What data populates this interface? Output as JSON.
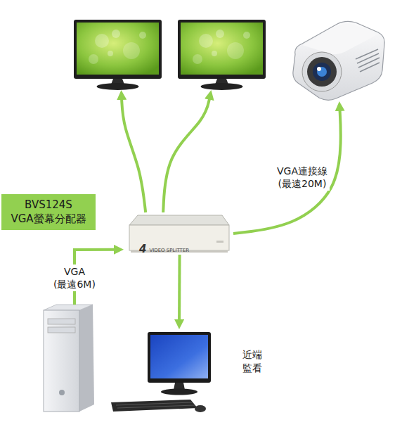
{
  "diagram": {
    "nodes": [
      {
        "text": []
      },
      {
        "text": []
      },
      {
        "text": []
      },
      {
        "text": [
          "BVS124S VGA螢幕分配器"
        ]
      },
      {
        "text": [
          "4",
          "VIDEO SPLITTER"
        ]
      },
      {
        "text": []
      },
      {
        "text": [
          "近端 監看"
        ]
      }
    ],
    "edges": [
      {
        "from": 4,
        "to": 0,
        "arrow": "to"
      },
      {
        "from": 4,
        "to": 1,
        "arrow": "to"
      },
      {
        "from": 4,
        "to": 2,
        "arrow": "to",
        "label": "VGA連接線 (最遠20M)"
      },
      {
        "from": 5,
        "to": 4,
        "arrow": "to",
        "label": "VGA (最遠6M)"
      },
      {
        "from": 4,
        "to": 6,
        "arrow": "to"
      }
    ]
  }
}
